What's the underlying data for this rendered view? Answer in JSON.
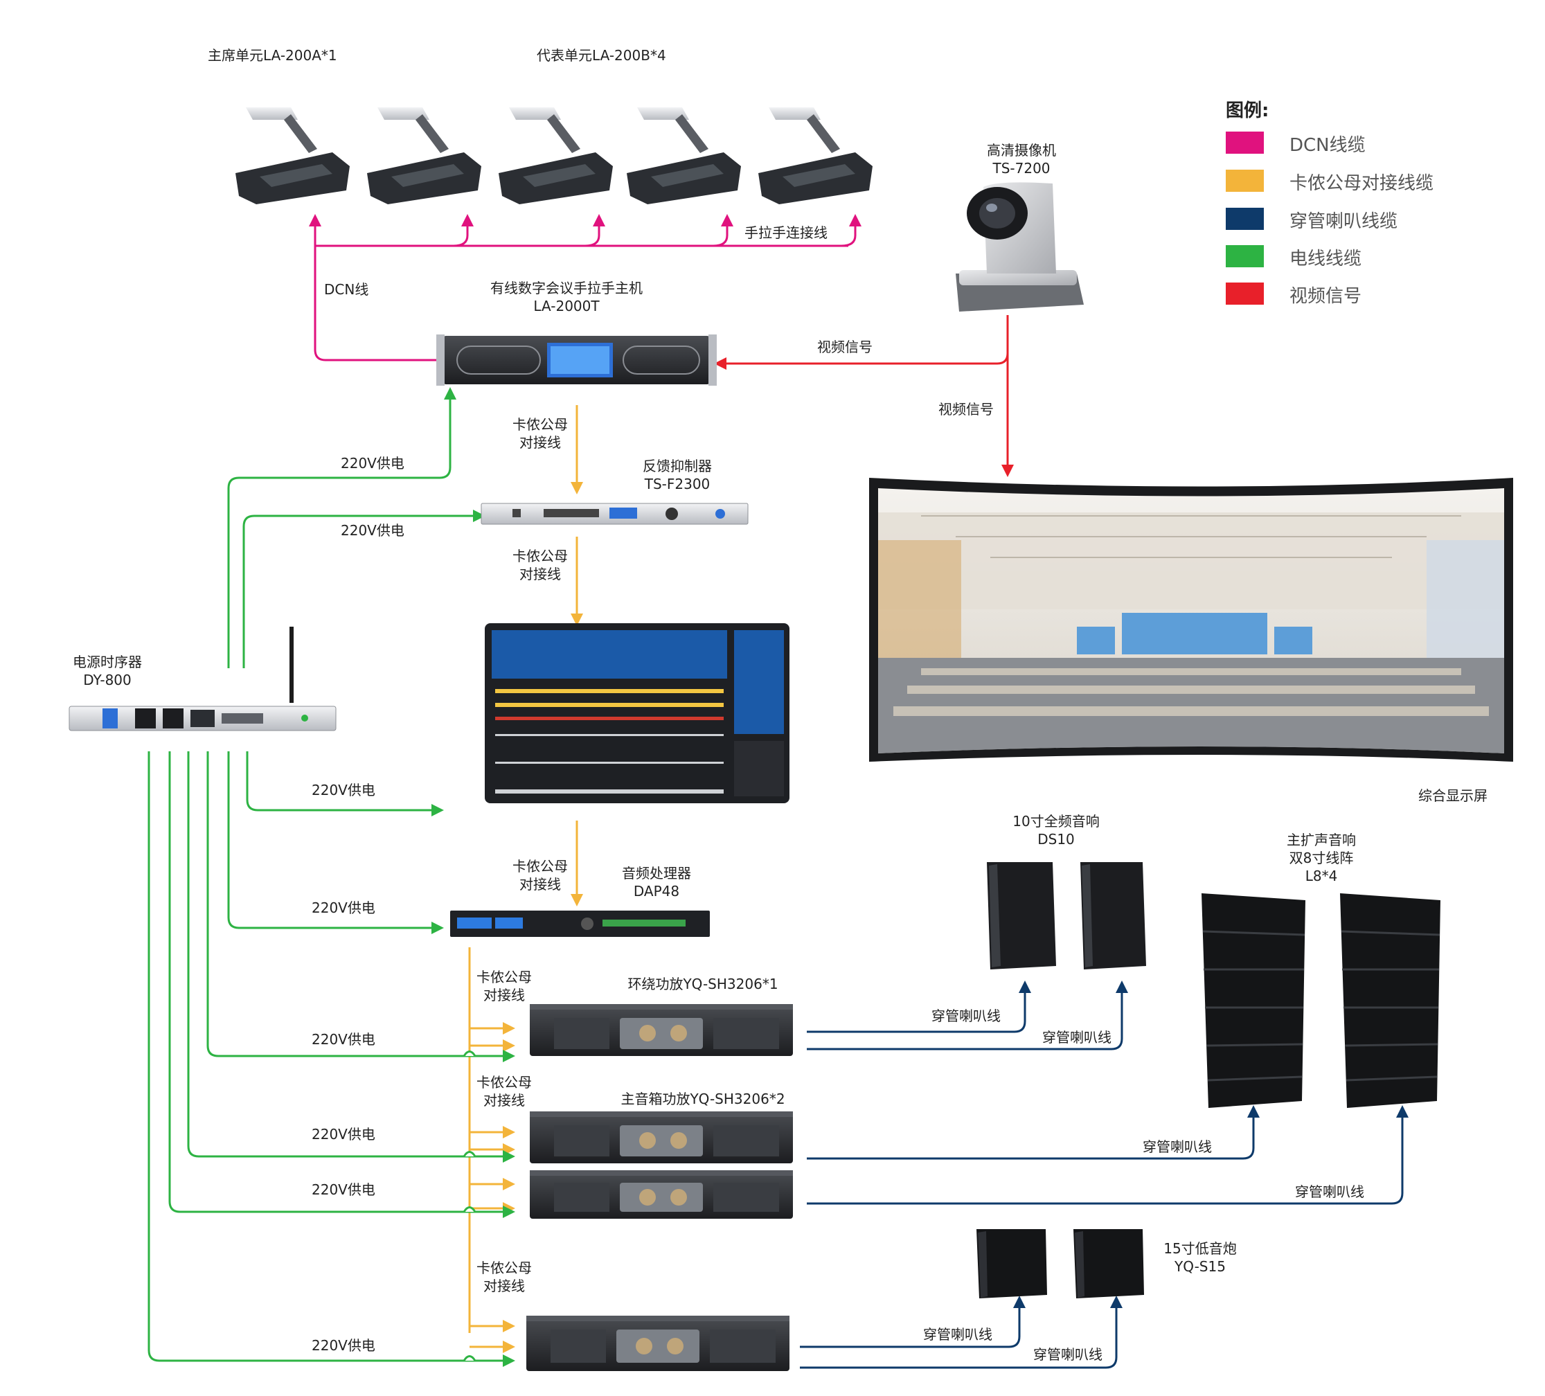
{
  "colors": {
    "dcn": "#e0127e",
    "xlr": "#f3b43a",
    "speaker": "#0e3a6a",
    "power": "#2db343",
    "video": "#e8202a"
  },
  "legend": {
    "title": "图例:",
    "items": [
      {
        "label": "DCN线缆",
        "color": "#e0127e"
      },
      {
        "label": "卡侬公母对接线缆",
        "color": "#f3b43a"
      },
      {
        "label": "穿管喇叭线缆",
        "color": "#0e3a6a"
      },
      {
        "label": "电线线缆",
        "color": "#2db343"
      },
      {
        "label": "视频信号",
        "color": "#e8202a"
      }
    ]
  },
  "devices": {
    "chairman": "主席单元LA-200A*1",
    "delegate": "代表单元LA-200B*4",
    "camera_name": "高清摄像机",
    "camera_model": "TS-7200",
    "host_name": "有线数字会议手拉手主机",
    "host_model": "LA-2000T",
    "feedback_name": "反馈抑制器",
    "feedback_model": "TS-F2300",
    "sequencer_name": "电源时序器",
    "sequencer_model": "DY-800",
    "processor_name": "音频处理器",
    "processor_model": "DAP48",
    "surround_amp": "环绕功放YQ-SH3206*1",
    "main_amp": "主音箱功放YQ-SH3206*2",
    "display": "综合显示屏",
    "full_range_name": "10寸全频音响",
    "full_range_model": "DS10",
    "line_array_name": "主扩声音响",
    "line_array_desc": "双8寸线阵",
    "line_array_model": "L8*4",
    "sub_name": "15寸低音炮",
    "sub_model": "YQ-S15"
  },
  "connections": {
    "daisy_chain": "手拉手连接线",
    "dcn_line": "DCN线",
    "video": "视频信号",
    "xlr_1": "卡侬公母",
    "xlr_2": "对接线",
    "power": "220V供电",
    "speaker_line": "穿管喇叭线"
  },
  "screen": {
    "sky": "#cfd9e6",
    "wall": "#e9e4dc",
    "floor": "#8a8d92",
    "accent": "#d4a768"
  }
}
